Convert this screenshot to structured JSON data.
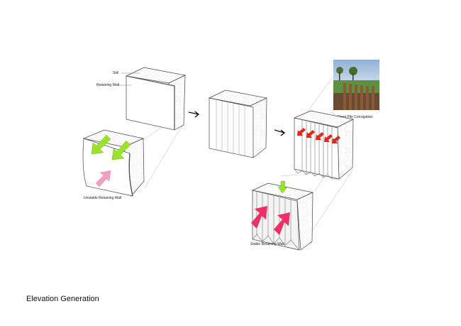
{
  "labels": {
    "soil": "Soil",
    "retaining_wall": "Retaining Wall",
    "unstable": "Unstable Retaining Wall",
    "sheet_pile": "Sheet Pile Corrugation",
    "stable": "Stable Retaining Wall"
  },
  "caption": "Elevation Generation",
  "colors": {
    "green_arrow": "#9be22a",
    "pink_arrow": "#f2a0bf",
    "magenta_arrow": "#ef2f68",
    "red_arrow": "#e3261c",
    "soil_speckle": "#9a9a9a",
    "outline": "#444444",
    "guide_line": "#b0b0b0"
  },
  "icons": [
    "step-arrow-icon",
    "force-arrow-icon",
    "photo-sheet-pile"
  ]
}
